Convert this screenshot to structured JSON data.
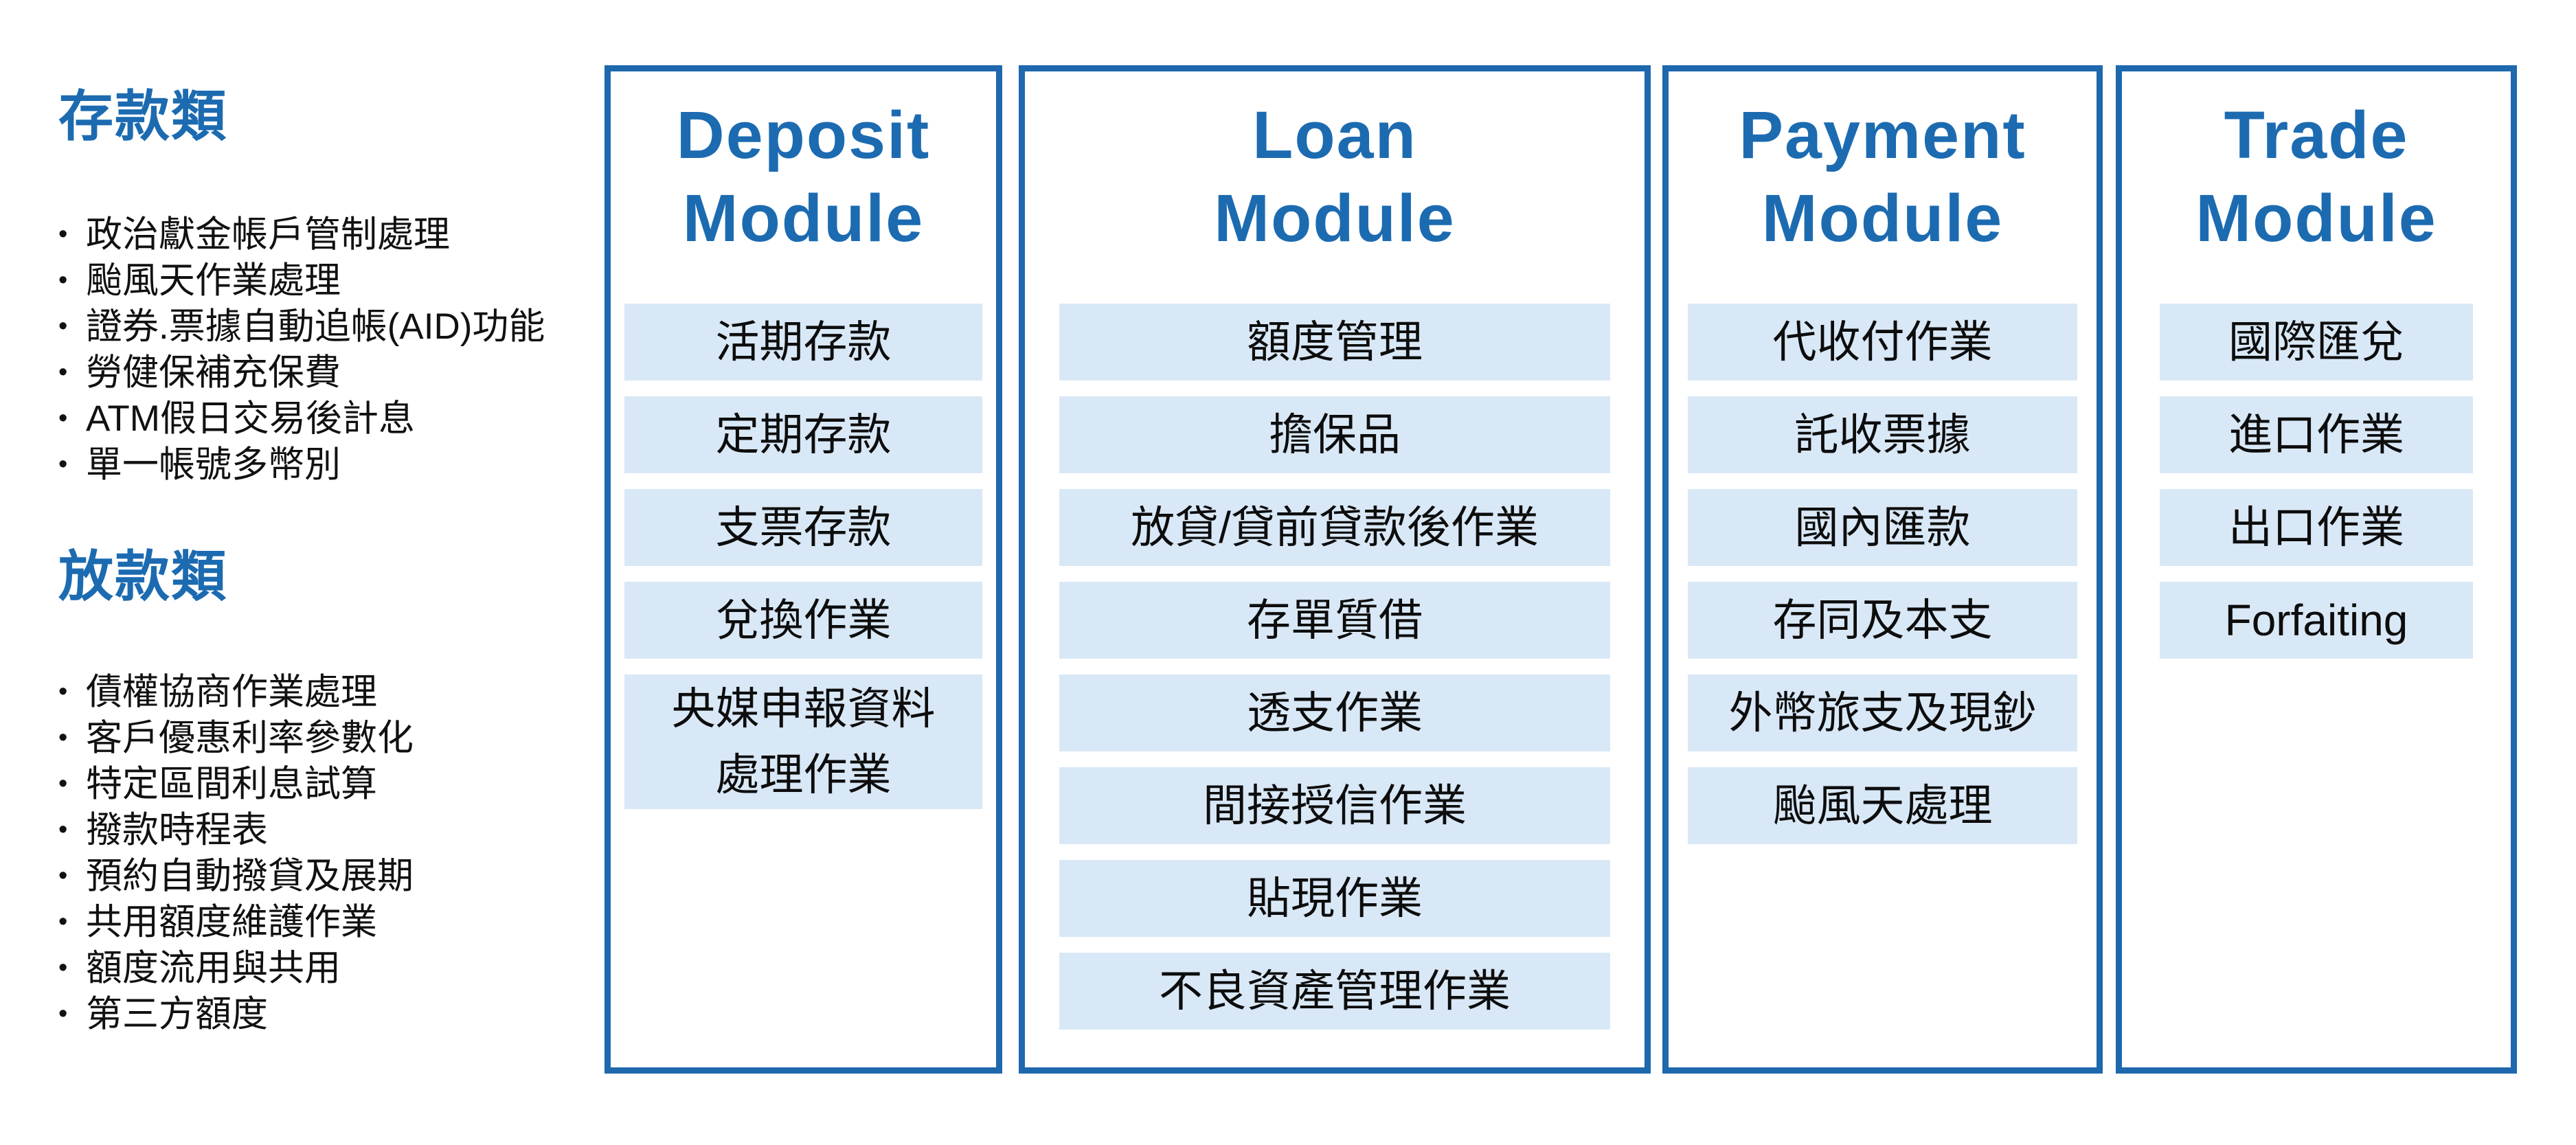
{
  "theme": {
    "accent": "#1c6bb1",
    "border": "#1e68ae",
    "item_bg": "#d9e8f6",
    "item_text": "#0d0d0d",
    "page_bg": "#ffffff"
  },
  "sidebar": {
    "bullet": "•",
    "sections": [
      {
        "heading": "存款類",
        "items": [
          "政治獻金帳戶管制處理",
          "颱風天作業處理",
          "證券.票據自動追帳(AID)功能",
          "勞健保補充保費",
          "ATM假日交易後計息",
          "單一帳號多幣別"
        ]
      },
      {
        "heading": "放款類",
        "items": [
          "債權協商作業處理",
          "客戶優惠利率參數化",
          "特定區間利息試算",
          "撥款時程表",
          "預約自動撥貸及展期",
          "共用額度維護作業",
          "額度流用與共用",
          "第三方額度"
        ]
      }
    ]
  },
  "modules": [
    {
      "id": "deposit",
      "title_line1": "Deposit",
      "title_line2": "Module",
      "items": [
        "活期存款",
        "定期存款",
        "支票存款",
        "兌換作業",
        "央媒申報資料\n處理作業"
      ]
    },
    {
      "id": "loan",
      "title_line1": "Loan",
      "title_line2": "Module",
      "items": [
        "額度管理",
        "擔保品",
        "放貸/貸前貸款後作業",
        "存單質借",
        "透支作業",
        "間接授信作業",
        "貼現作業",
        "不良資產管理作業"
      ]
    },
    {
      "id": "payment",
      "title_line1": "Payment",
      "title_line2": "Module",
      "items": [
        "代收付作業",
        "託收票據",
        "國內匯款",
        "存同及本支",
        "外幣旅支及現鈔",
        "颱風天處理"
      ]
    },
    {
      "id": "trade",
      "title_line1": "Trade",
      "title_line2": "Module",
      "items": [
        "國際匯兌",
        "進口作業",
        "出口作業",
        "Forfaiting"
      ]
    }
  ]
}
